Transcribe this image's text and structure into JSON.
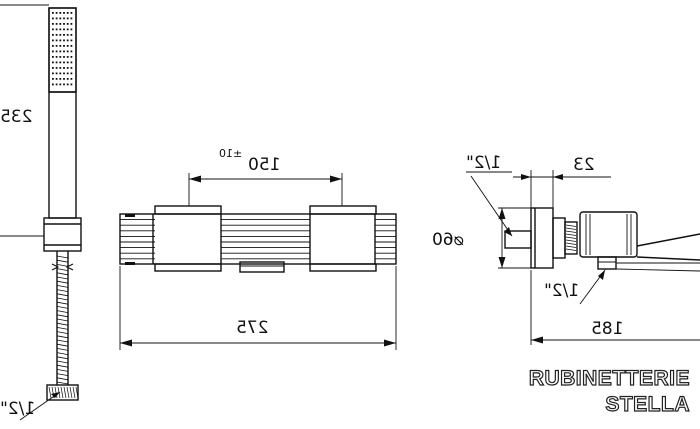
{
  "dimensions": {
    "hand_shower_length": "235",
    "hand_shower_thread": "1/2\"",
    "center_distance": "150",
    "center_tolerance": "±10",
    "total_width": "275",
    "inlet_thread": "1/2\"",
    "depth_offset": "23",
    "diameter": "⌀60",
    "outlet_thread": "1/2\"",
    "total_depth": "185"
  },
  "brand": {
    "line1": "RUBINETTERIE",
    "line2": "STELLA"
  }
}
